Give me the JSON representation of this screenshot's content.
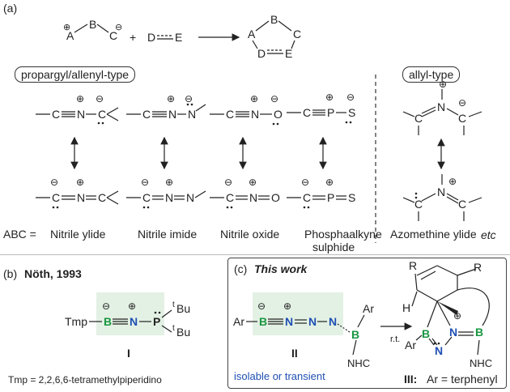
{
  "panel_a": {
    "label": "(a)",
    "scheme": {
      "abc": [
        "A",
        "B",
        "C"
      ],
      "plus": "+",
      "de": [
        "D",
        "E"
      ],
      "ring": [
        "A",
        "B",
        "C",
        "D",
        "E"
      ]
    },
    "propargyl_label": "propargyl/allenyl-type",
    "allyl_label": "allyl-type",
    "abc_prefix": "ABC =",
    "species": [
      {
        "name": "Nitrile ylide",
        "top_atoms": [
          "C",
          "N",
          "C"
        ],
        "bottom_atoms": [
          "C",
          "N",
          "C"
        ]
      },
      {
        "name": "Nitrile imide",
        "top_atoms": [
          "C",
          "N",
          "N"
        ],
        "bottom_atoms": [
          "C",
          "N",
          "N"
        ]
      },
      {
        "name": "Nitrile oxide",
        "top_atoms": [
          "C",
          "N",
          "O"
        ],
        "bottom_atoms": [
          "C",
          "N",
          "O"
        ]
      },
      {
        "name": "Phosphaalkyne",
        "name2": "sulphide",
        "top_atoms": [
          "C",
          "P",
          "S"
        ],
        "bottom_atoms": [
          "C",
          "P",
          "S"
        ]
      },
      {
        "name": "Azomethine ylide",
        "top_atoms": [
          "C",
          "N",
          "C"
        ],
        "bottom_atoms": [
          "C",
          "N",
          "C"
        ]
      }
    ],
    "etc": "etc"
  },
  "panel_b": {
    "label": "(b)",
    "author": "Nöth, 1993",
    "formula": {
      "tmp": "Tmp",
      "b": "B",
      "n": "N",
      "p": "P",
      "tbu": "Bu",
      "t": "t"
    },
    "compound": "I",
    "footnote": "Tmp = 2,2,6,6-tetramethylpiperidino"
  },
  "panel_c": {
    "label": "(c)",
    "title": "This work",
    "left": {
      "ar": "Ar",
      "b": "B",
      "n": "N",
      "nhc": "NHC",
      "compound": "II",
      "note": "isolable or transient"
    },
    "arrow_label": "r.t.",
    "right": {
      "r": "R",
      "h": "H",
      "ar": "Ar",
      "b": "B",
      "n": "N",
      "nhc": "NHC",
      "compound": "III:",
      "caption": "Ar = terphenyl"
    }
  },
  "colors": {
    "boron": "#1a9641",
    "nitrogen": "#1f4fb4",
    "highlight": "#e3f1e4",
    "note": "#1f4fb4"
  }
}
